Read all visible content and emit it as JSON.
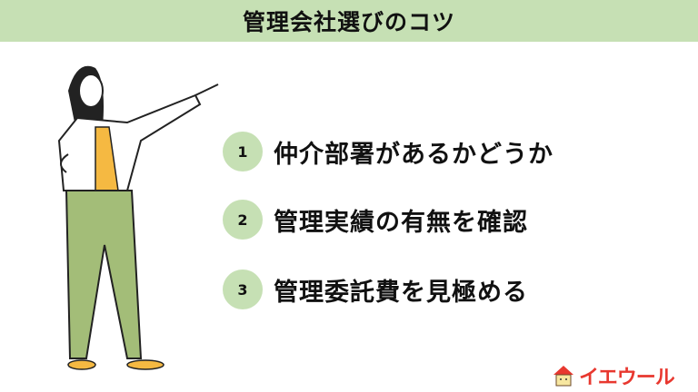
{
  "header": {
    "title": "管理会社選びのコツ"
  },
  "tips": [
    {
      "number": "1",
      "text": "仲介部署があるかどうか"
    },
    {
      "number": "2",
      "text": "管理実績の有無を確認"
    },
    {
      "number": "3",
      "text": "管理委託費を見極める"
    }
  ],
  "logo": {
    "text": "イエウール"
  },
  "colors": {
    "accent": "#c6e0b4",
    "pants": "#a3bd78",
    "shirt": "#f5b942",
    "logo": "#e8382f"
  }
}
